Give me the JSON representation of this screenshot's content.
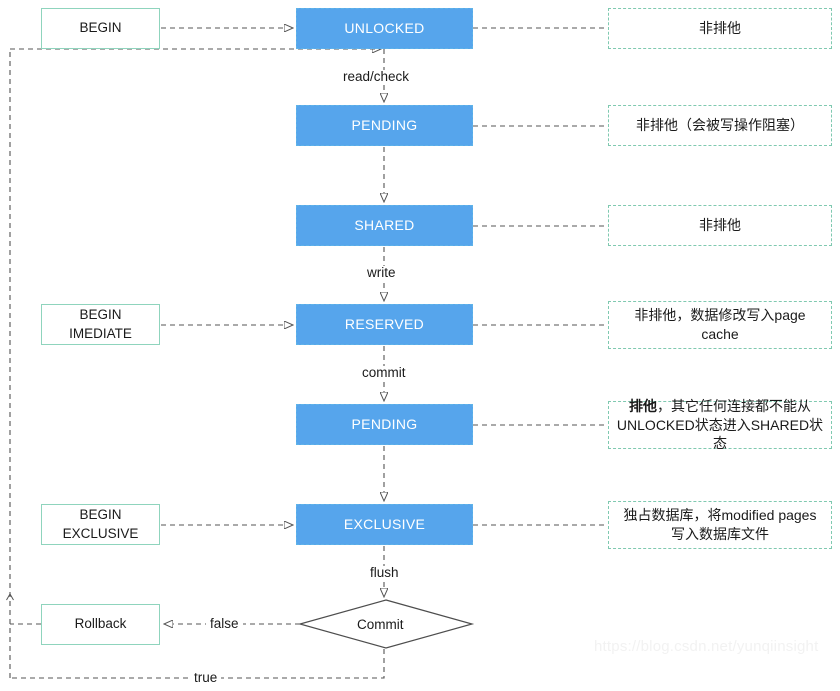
{
  "diagram": {
    "title": "SQLite lock state transition flowchart",
    "colors": {
      "state_fill": "#56a5ec",
      "state_text": "#ffffff",
      "begin_border": "#8fd4bd",
      "note_border": "#7fc9b0",
      "line": "#545454",
      "watermark": "#f2f2f2"
    },
    "states": [
      {
        "id": "unlocked",
        "label": "UNLOCKED"
      },
      {
        "id": "pending1",
        "label": "PENDING"
      },
      {
        "id": "shared",
        "label": "SHARED"
      },
      {
        "id": "reserved",
        "label": "RESERVED"
      },
      {
        "id": "pending2",
        "label": "PENDING"
      },
      {
        "id": "exclusive",
        "label": "EXCLUSIVE"
      }
    ],
    "begin_nodes": [
      {
        "id": "begin",
        "line1": "BEGIN",
        "line2": ""
      },
      {
        "id": "begin-imediate",
        "line1": "BEGIN",
        "line2": "IMEDIATE"
      },
      {
        "id": "begin-exclusive",
        "line1": "BEGIN",
        "line2": "EXCLUSIVE"
      }
    ],
    "rollback": {
      "label": "Rollback"
    },
    "decision": {
      "label": "Commit"
    },
    "notes": [
      {
        "id": "note-unlocked",
        "line1": "非排他",
        "line2": ""
      },
      {
        "id": "note-pending1",
        "line1": "非排他（会被写操作阻塞）",
        "line2": ""
      },
      {
        "id": "note-shared",
        "line1": "非排他",
        "line2": ""
      },
      {
        "id": "note-reserved",
        "line1": "非排他，数据修改写入page",
        "line2": "cache"
      },
      {
        "id": "note-pending2",
        "line1": "排他，其它任何连接都不能从",
        "line2": "UNLOCKED状态进入SHARED状态",
        "lead_bold": "排他"
      },
      {
        "id": "note-exclusive",
        "line1": "独占数据库，将modified pages",
        "line2": "写入数据库文件"
      }
    ],
    "edge_labels": [
      {
        "id": "read-check",
        "text": "read/check"
      },
      {
        "id": "write",
        "text": "write"
      },
      {
        "id": "commit",
        "text": "commit"
      },
      {
        "id": "flush",
        "text": "flush"
      },
      {
        "id": "false",
        "text": "false"
      },
      {
        "id": "true",
        "text": "true"
      }
    ],
    "watermark": "https://blog.csdn.net/yunqiinsight"
  }
}
